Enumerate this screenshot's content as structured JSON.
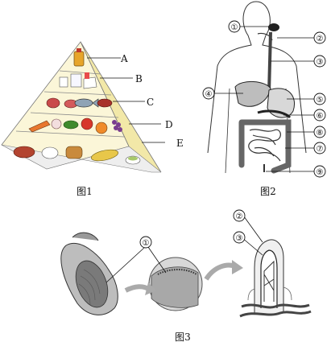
{
  "figures": {
    "fig1": {
      "caption": "图1",
      "labels": [
        "A",
        "B",
        "C",
        "D",
        "E"
      ]
    },
    "fig2": {
      "caption": "图2",
      "labels": [
        "①",
        "②",
        "③",
        "④",
        "⑤",
        "⑥",
        "⑧",
        "⑦",
        "⑨"
      ]
    },
    "fig3": {
      "caption": "图3",
      "labels": [
        "①",
        "②",
        "③"
      ]
    }
  }
}
